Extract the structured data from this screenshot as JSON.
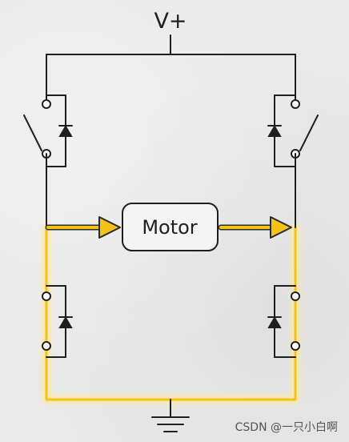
{
  "diagram": {
    "supply_label": "V+",
    "motor_label": "Motor",
    "watermark": "CSDN @一只小白啊"
  },
  "colors": {
    "current_path": "#f3c316",
    "current_glow": "#ffe9a0",
    "wire": "#1f1f1f",
    "background": "#e9e9e9"
  }
}
